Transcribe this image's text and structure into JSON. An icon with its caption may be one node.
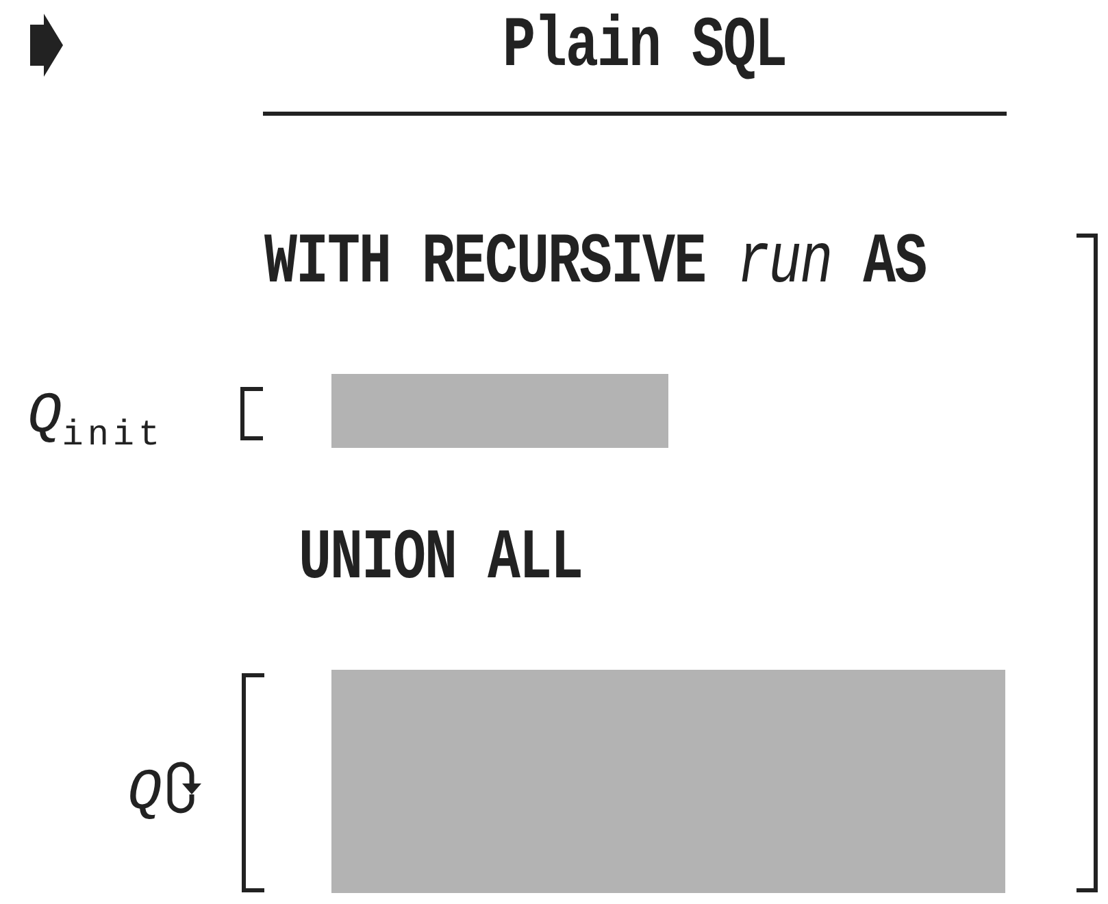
{
  "diagram": {
    "title": "Plain SQL",
    "nodes": [
      {
        "text": [],
        "shape": "box"
      },
      {
        "text": [],
        "shape": "box"
      }
    ],
    "labels": [
      "WITH RECURSIVE *run* AS",
      "*Q*$_{init}$",
      "UNION ALL",
      "Q"
    ]
  }
}
